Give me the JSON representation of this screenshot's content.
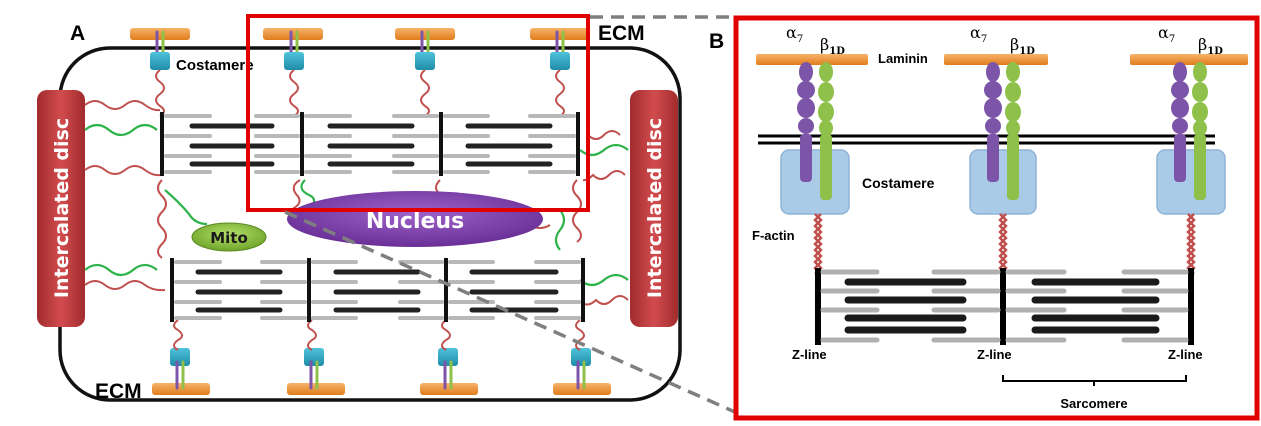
{
  "panel_a": {
    "label": "A",
    "ecm_top": "ECM",
    "ecm_bottom": "ECM",
    "costamere": "Costamere",
    "intercalated_left": "Intercalated disc",
    "intercalated_right": "Intercalated disc",
    "nucleus": "Nucleus",
    "mito": "Mito"
  },
  "panel_b": {
    "label": "B",
    "alpha": "α",
    "alpha_sub": "7",
    "beta": "β",
    "beta_sub": "1D",
    "laminin": "Laminin",
    "costamere": "Costamere",
    "factin": "F-actin",
    "zline": "Z-line",
    "sarcomere": "Sarcomere"
  },
  "colors": {
    "highlight_box": "#e00000",
    "ecm_bar": "#f0922d",
    "costamere_a": "#2aa6c4",
    "costamere_b": "#a9cbe8",
    "intercalated": "#c0393b",
    "nucleus": "#7a3fa6",
    "mito": "#8cc83c",
    "alpha_integrin": "#7d55a8",
    "beta_integrin": "#8ec04a",
    "titin_red": "#c0504d",
    "titin_green": "#2db34a"
  }
}
